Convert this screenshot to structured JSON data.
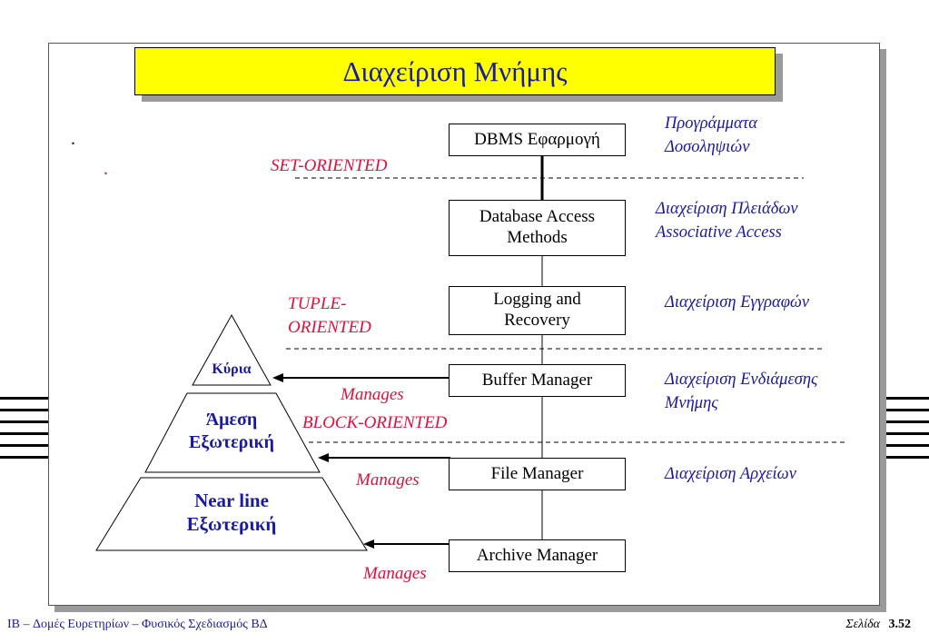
{
  "title": "Διαχείριση Μνήμης",
  "layers": [
    {
      "label": "DBMS Εφαρμογή"
    },
    {
      "label_line1": "Database  Access",
      "label_line2": "Methods"
    },
    {
      "label_line1": "Logging and",
      "label_line2": "Recovery"
    },
    {
      "label": "Buffer Manager"
    },
    {
      "label": "File Manager"
    },
    {
      "label": "Archive Manager"
    }
  ],
  "right_notes": [
    {
      "line1": "Προγράμματα",
      "line2": "Δοσοληψιών"
    },
    {
      "line1": "Διαχείριση Πλειάδων",
      "line2": "Associative Access"
    },
    {
      "line1": "Διαχείριση Εγγραφών"
    },
    {
      "line1": "Διαχείριση Ενδιάμεσης",
      "line2": "Μνήμης"
    },
    {
      "line1": "Διαχείριση Αρχείων"
    }
  ],
  "orientation_labels": {
    "set": "SET-ORIENTED",
    "tuple_line1": "TUPLE-",
    "tuple_line2": "ORIENTED",
    "block": "BLOCK-ORIENTED"
  },
  "manages_label": "Manages",
  "pyramid": {
    "top": "Κύρια",
    "middle_line1": "Άμεση",
    "middle_line2": "Εξωτερική",
    "bottom_line1": "Near line",
    "bottom_line2": "Εξωτερική"
  },
  "bullets": [
    ".",
    "."
  ],
  "footer": {
    "left": "IB – Δομές Ευρετηρίων – Φυσικός Σχεδιασμός ΒΔ",
    "page_word": "Σελίδα",
    "page_number": "3.52"
  },
  "colors": {
    "title_bg": "#ffff00",
    "title_text": "#1a1aa0",
    "accent_red": "#e0103a",
    "note_blue": "#1a1aa0"
  }
}
